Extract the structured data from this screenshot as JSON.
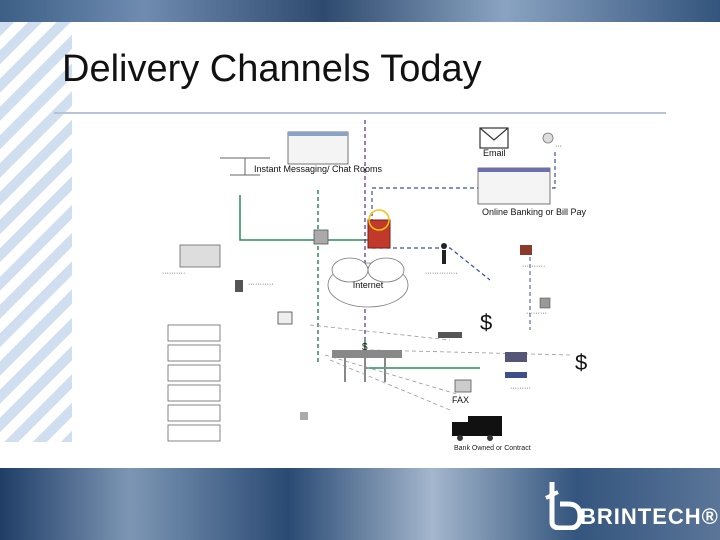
{
  "slide": {
    "title": "Delivery Channels Today",
    "logo_text": "BRINTECH",
    "logo_reg": "®"
  },
  "diagram": {
    "internet": "Internet",
    "email": "Email",
    "im": "Instant Messaging/ Chat Rooms",
    "online_banking": "Online Banking or Bill Pay",
    "dollar": "$",
    "fax": "FAX",
    "truck": "Bank Owned or Contract"
  },
  "colors": {
    "title": "#111111",
    "rule": "#b7c4d6",
    "green_line": "#2e8b57",
    "purple_dash": "#5a2a8c",
    "blue_dash": "#3b4fa0",
    "firewall": "#c0392b"
  }
}
